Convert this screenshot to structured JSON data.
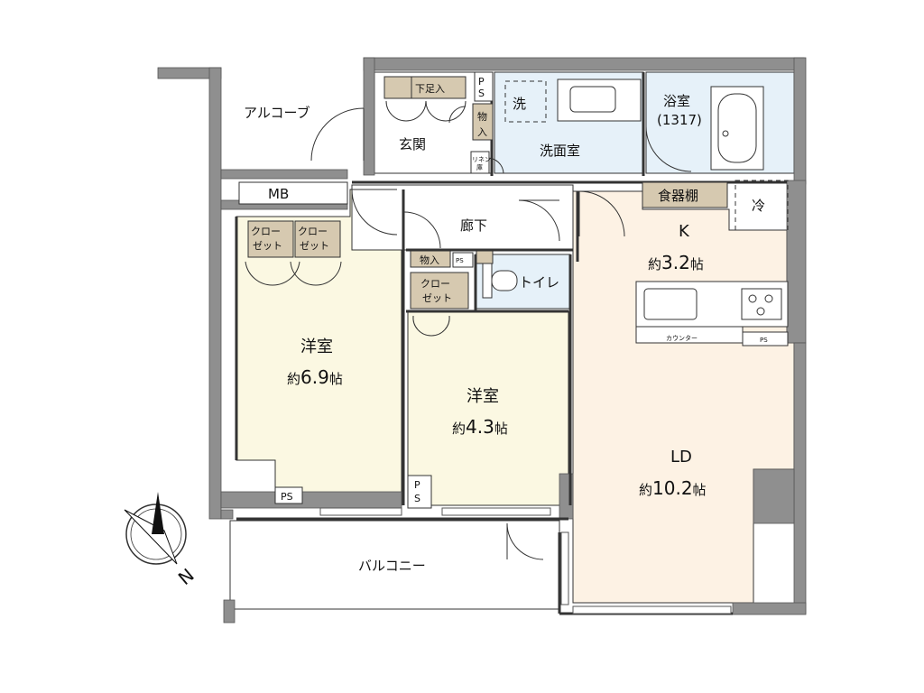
{
  "rooms": {
    "alcove": "アルコーブ",
    "mb": "MB",
    "entrance": "玄関",
    "shoe_storage": "下足入",
    "storage": "物入",
    "linen": [
      "リネン",
      "庫"
    ],
    "washroom": "洗面室",
    "washer": "洗",
    "bath": {
      "name": "浴室",
      "size": "(1317)"
    },
    "dish_shelf": "食器棚",
    "fridge": "冷",
    "hallway": "廊下",
    "kitchen": {
      "name": "K",
      "size_prefix": "約",
      "size_num": "3.2",
      "size_unit": "帖"
    },
    "closet": [
      "クロー",
      "ゼット"
    ],
    "storage2": "物入",
    "toilet": "トイレ",
    "western1": {
      "name": "洋室",
      "size_prefix": "約",
      "size_num": "6.9",
      "size_unit": "帖"
    },
    "western2": {
      "name": "洋室",
      "size_prefix": "約",
      "size_num": "4.3",
      "size_unit": "帖"
    },
    "ld": {
      "name": "LD",
      "size_prefix": "約",
      "size_num": "10.2",
      "size_unit": "帖"
    },
    "counter": "カウンター",
    "balcony": "バルコニー",
    "ps": "PS",
    "ps_vertical": [
      "P",
      "S"
    ]
  },
  "compass": {
    "label": "N"
  },
  "colors": {
    "wall": "#8f8f8f",
    "wall_dark": "#555555",
    "western_room": "#fbf8e2",
    "ld_floor": "#fdf2e4",
    "wet_area": "#e6f1f9",
    "storage_fill": "#d6c9b0",
    "line": "#333333"
  }
}
